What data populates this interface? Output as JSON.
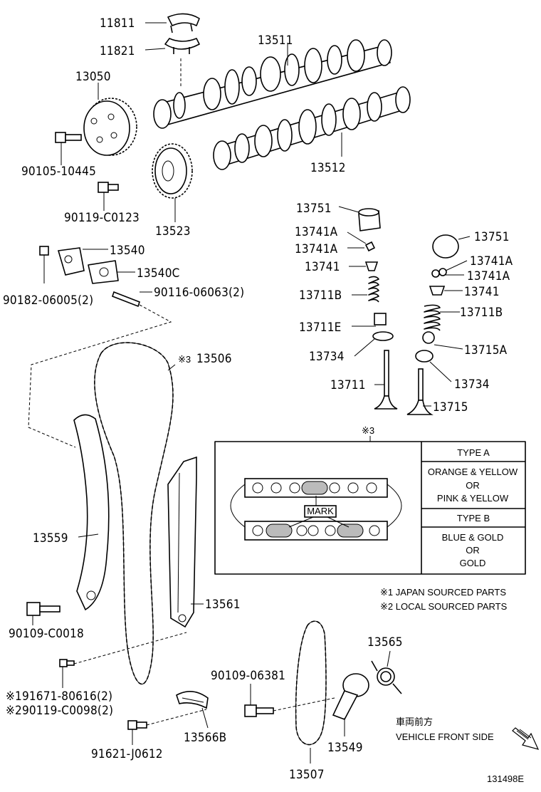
{
  "labels": {
    "p11811": "11811",
    "p11821": "11821",
    "p13511": "13511",
    "p13050": "13050",
    "p90105": "90105-10445",
    "p13512": "13512",
    "p90119a": "90119-C0123",
    "p13523": "13523",
    "p13751a": "13751",
    "p13741Aa": "13741A",
    "p13741Ab": "13741A",
    "p13741a": "13741",
    "p13711Ba": "13711B",
    "p13711E": "13711E",
    "p13734a": "13734",
    "p13711": "13711",
    "p13751b": "13751",
    "p13741Ac": "13741A",
    "p13741Ad": "13741A",
    "p13741b": "13741",
    "p13711Bb": "13711B",
    "p13715A": "13715A",
    "p13734b": "13734",
    "p13715": "13715",
    "p13540": "13540",
    "p13540C": "13540C",
    "p90182": "90182-06005(2)",
    "p90116": "90116-06063(2)",
    "p13506": "13506",
    "ref3a": "※3",
    "ref3b": "※3",
    "p13559": "13559",
    "p13561": "13561",
    "p90109a": "90109-C0018",
    "p91671": "※191671-80616(2)",
    "p90119b": "※290119-C0098(2)",
    "p91621": "91621-J0612",
    "p13566B": "13566B",
    "p90109b": "90109-06381",
    "p13549": "13549",
    "p13507": "13507",
    "p13565": "13565"
  },
  "chain_legend": {
    "mark": "MARK",
    "type_a": "TYPE A",
    "type_a_colors": [
      "ORANGE & YELLOW",
      "OR",
      "PINK & YELLOW"
    ],
    "type_b": "TYPE B",
    "type_b_colors": [
      "BLUE & GOLD",
      "OR",
      "GOLD"
    ]
  },
  "notes": {
    "note1": "※1 JAPAN SOURCED PARTS",
    "note2": "※2 LOCAL SOURCED PARTS"
  },
  "direction": {
    "jp": "車両前方",
    "en": "VEHICLE FRONT SIDE"
  },
  "drawing_id": "131498E"
}
